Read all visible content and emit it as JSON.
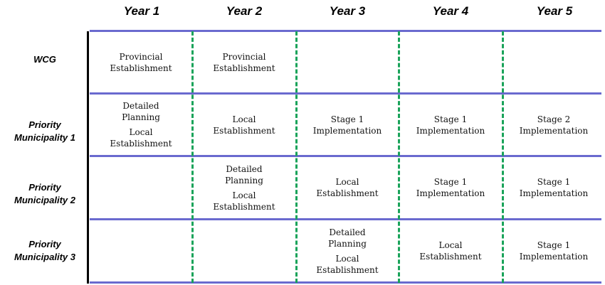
{
  "headers": [
    "Year 1",
    "Year 2",
    "Year 3",
    "Year 4",
    "Year 5"
  ],
  "rows": [
    {
      "label": [
        "WCG"
      ],
      "cells": [
        [
          "Provincial Establishment"
        ],
        [
          "Provincial Establishment"
        ],
        [],
        [],
        []
      ]
    },
    {
      "label": [
        "Priority",
        "Municipality 1"
      ],
      "cells": [
        [
          "Detailed Planning",
          "Local Establishment"
        ],
        [
          "Local Establishment"
        ],
        [
          "Stage 1 Implementation"
        ],
        [
          "Stage 1 Implementation"
        ],
        [
          "Stage 2 Implementation"
        ]
      ]
    },
    {
      "label": [
        "Priority",
        "Municipality 2"
      ],
      "cells": [
        [],
        [
          "Detailed Planning",
          "Local Establishment"
        ],
        [
          "Local Establishment"
        ],
        [
          "Stage 1 Implementation"
        ],
        [
          "Stage 1 Implementation"
        ]
      ]
    },
    {
      "label": [
        "Priority",
        "Municipality 3"
      ],
      "cells": [
        [],
        [],
        [
          "Detailed Planning",
          "Local Establishment"
        ],
        [
          "Local Establishment"
        ],
        [
          "Stage 1 Implementation"
        ]
      ]
    }
  ],
  "colors": {
    "row_divider": "#6a6acf",
    "column_divider": "#1aa35a",
    "left_axis": "#000000"
  }
}
